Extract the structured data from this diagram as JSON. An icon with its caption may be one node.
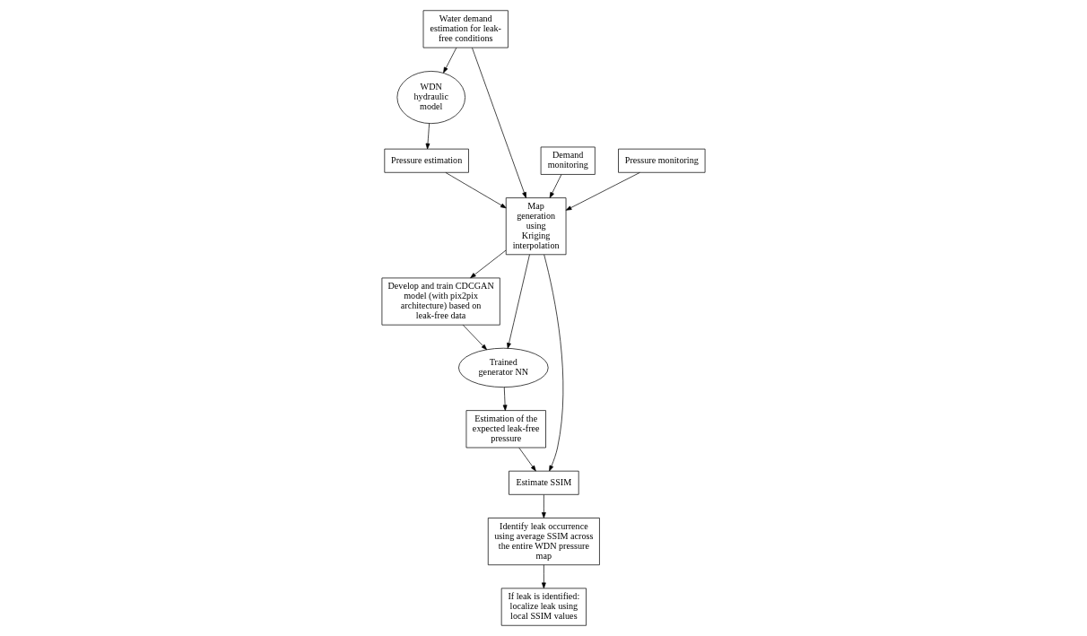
{
  "diagram": {
    "nodes": [
      {
        "text": [
          "Water demand estimation for leak-free conditions"
        ]
      },
      {
        "text": [
          "Demand monitoring"
        ]
      },
      {
        "text": [
          "WDN hydraulic model"
        ]
      },
      {
        "text": [
          "Map generation using Kriging interpolation"
        ]
      },
      {
        "text": [
          "Develop and train CDCGAN model (with pix2pix architecture) based on leak-free data"
        ]
      },
      {
        "text": [
          "Trained generator NN"
        ]
      },
      {
        "text": [
          "Pressure estimation"
        ]
      },
      {
        "text": [
          "Estimation of the expected leak-free pressure"
        ]
      },
      {
        "text": [
          "Pressure monitoring"
        ]
      },
      {
        "text": [
          "Estimate SSIM"
        ]
      },
      {
        "text": [
          "Identify leak occurrence using average SSIM across the entire WDN pressure map"
        ]
      },
      {
        "text": [
          "If leak is identified: localize leak using local SSIM values"
        ]
      }
    ],
    "edges": [
      {
        "from": 0,
        "to": 3,
        "arrow": "to"
      },
      {
        "from": 1,
        "to": 3,
        "arrow": "to"
      },
      {
        "from": 0,
        "to": 2,
        "arrow": "to"
      },
      {
        "from": 2,
        "to": 6,
        "arrow": "to"
      },
      {
        "from": 6,
        "to": 3,
        "arrow": "to"
      },
      {
        "from": 3,
        "to": 4,
        "arrow": "to"
      },
      {
        "from": 4,
        "to": 5,
        "arrow": "to"
      },
      {
        "from": 3,
        "to": 5,
        "arrow": "to"
      },
      {
        "from": 5,
        "to": 7,
        "arrow": "to"
      },
      {
        "from": 7,
        "to": 9,
        "arrow": "to"
      },
      {
        "from": 3,
        "to": 9,
        "arrow": "to"
      },
      {
        "from": 8,
        "to": 3,
        "arrow": "to"
      },
      {
        "from": 9,
        "to": 10,
        "arrow": "to"
      },
      {
        "from": 10,
        "to": 11,
        "arrow": "to"
      }
    ]
  }
}
